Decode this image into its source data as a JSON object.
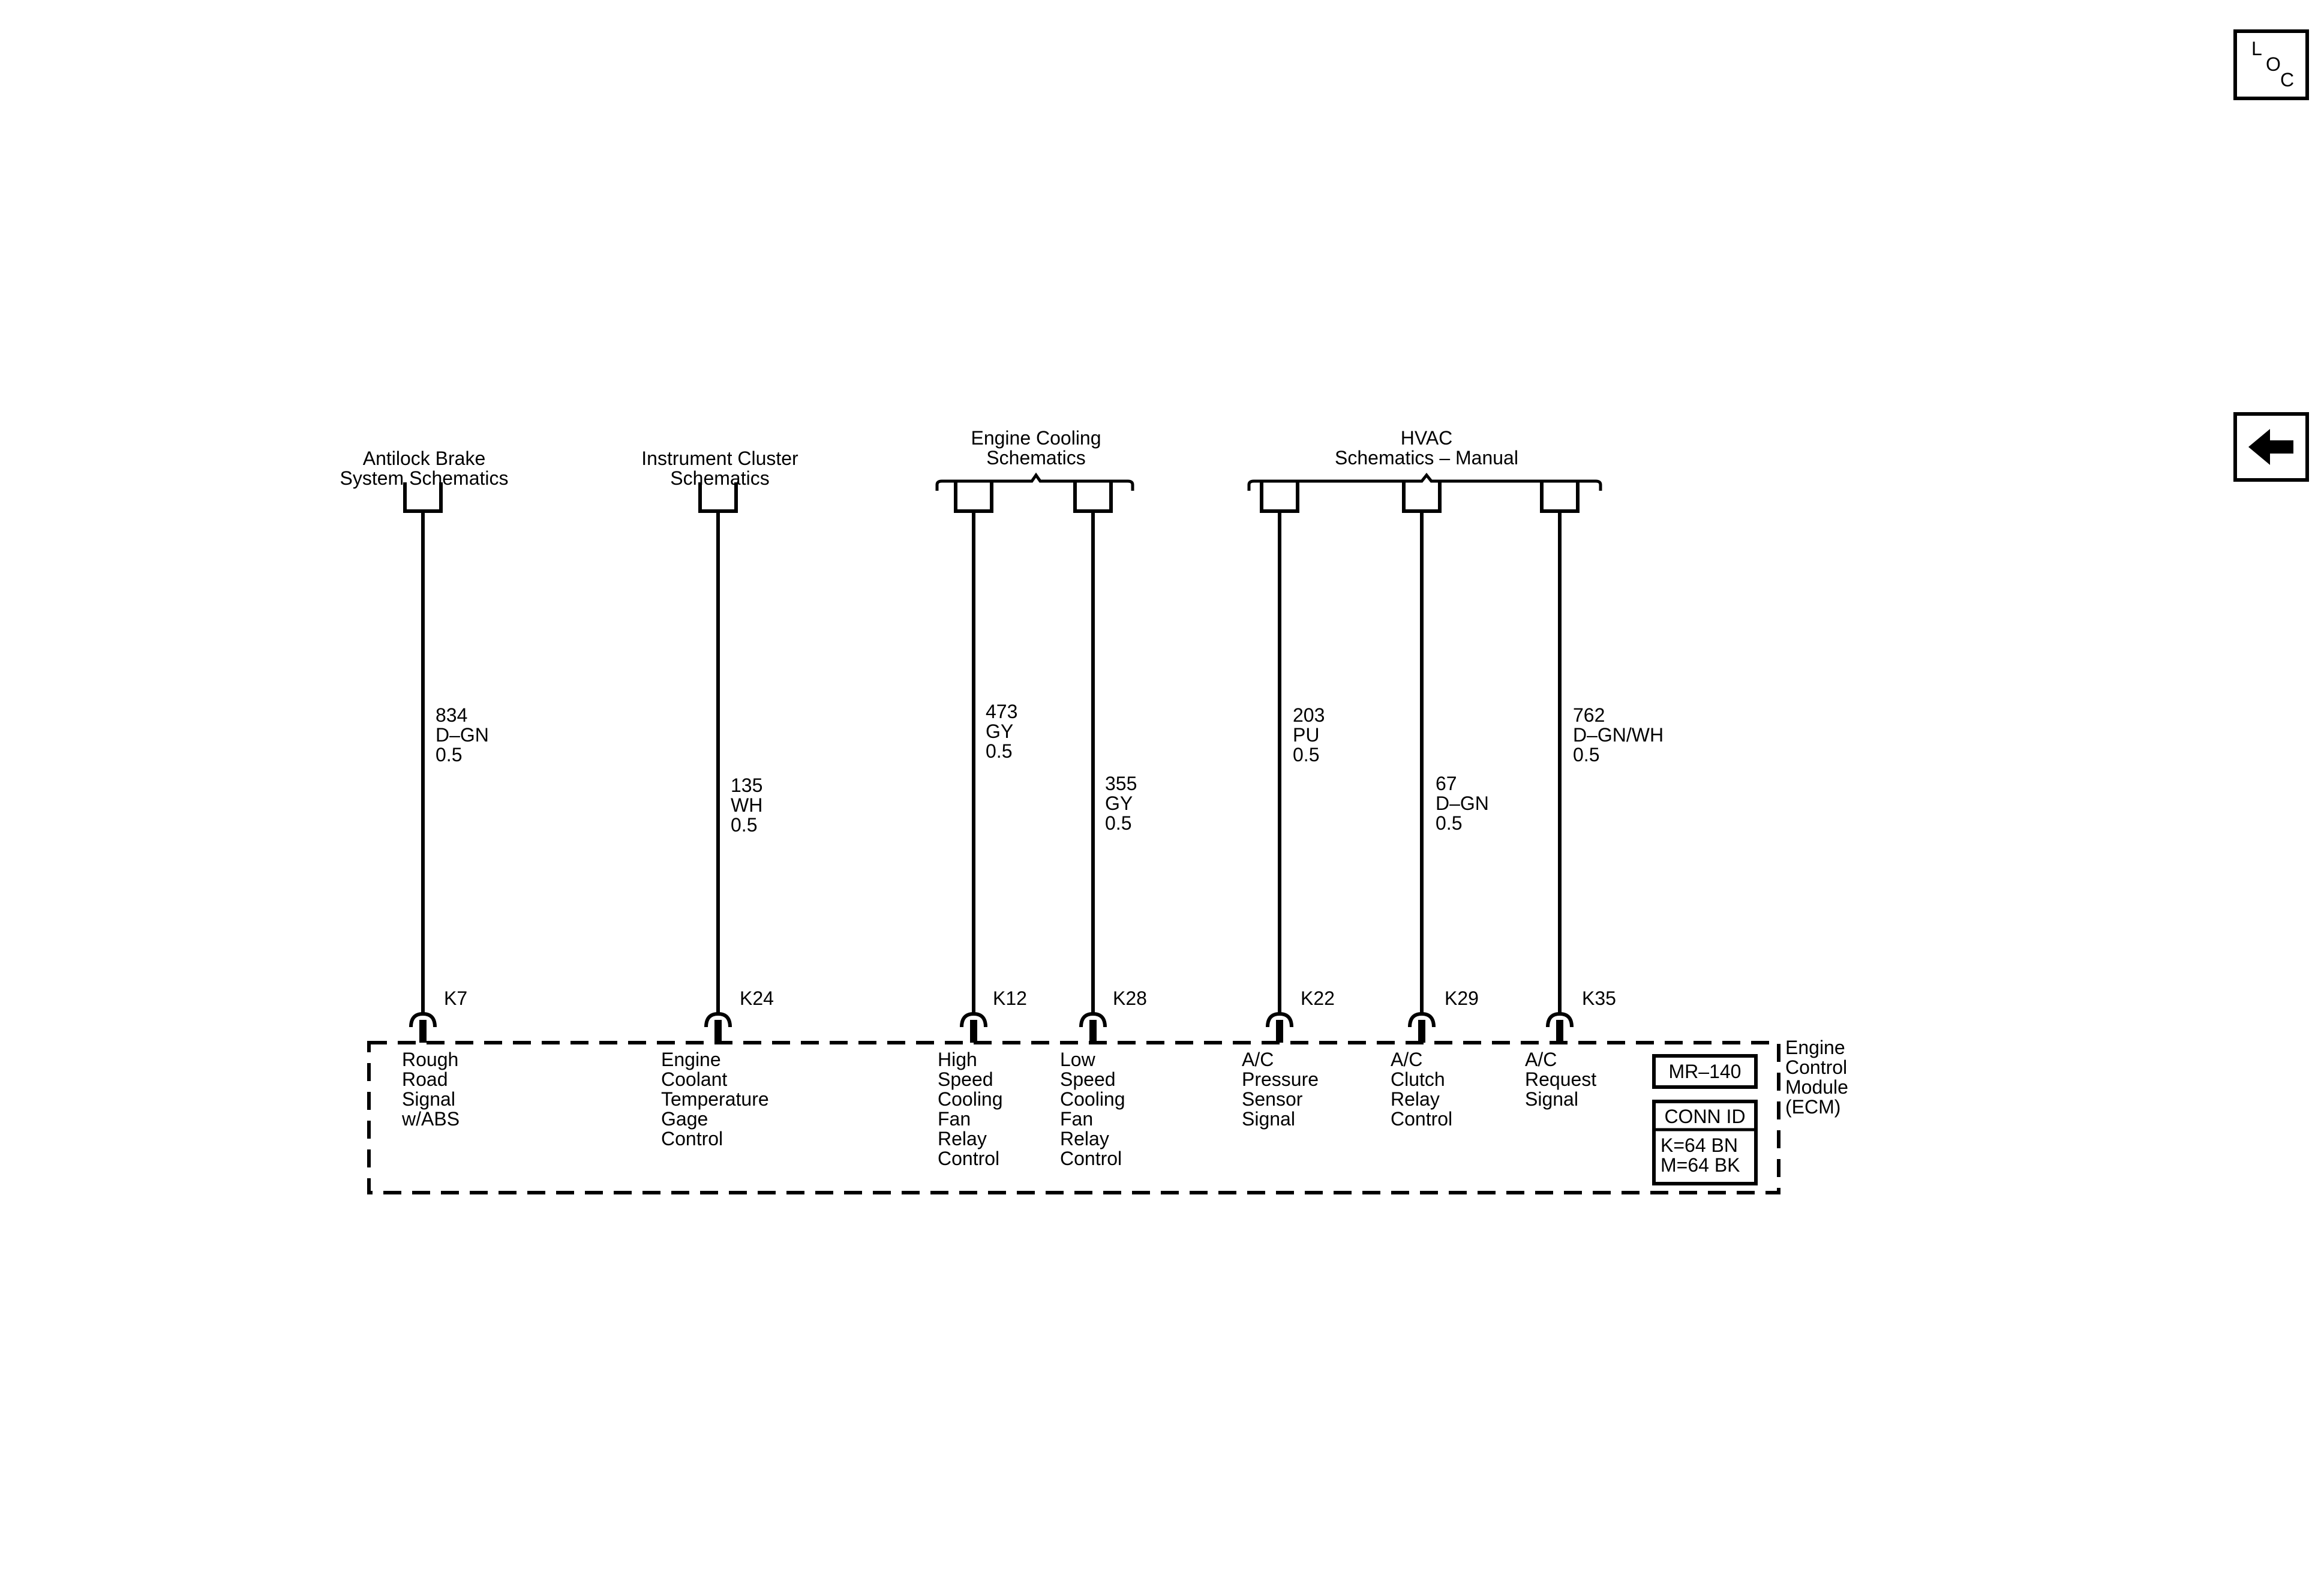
{
  "nav": {
    "loc_letters": [
      "L",
      "O",
      "C"
    ],
    "back_icon": "left-arrow-icon"
  },
  "destinations": [
    {
      "id": "abs",
      "lines": [
        "Antilock Brake",
        "System Schematics"
      ]
    },
    {
      "id": "ipc",
      "lines": [
        "Instrument Cluster",
        "Schematics"
      ]
    },
    {
      "id": "cooling",
      "lines": [
        "Engine Cooling",
        "Schematics"
      ]
    },
    {
      "id": "hvac",
      "lines": [
        "HVAC",
        "Schematics – Manual"
      ]
    }
  ],
  "circuits": [
    {
      "pin": "K7",
      "wire": [
        "834",
        "D–GN",
        "0.5"
      ],
      "function": [
        "Rough",
        "Road",
        "Signal",
        "w/ABS"
      ]
    },
    {
      "pin": "K24",
      "wire": [
        "135",
        "WH",
        "0.5"
      ],
      "function": [
        "Engine",
        "Coolant",
        "Temperature",
        "Gage",
        "Control"
      ]
    },
    {
      "pin": "K12",
      "wire": [
        "473",
        "GY",
        "0.5"
      ],
      "function": [
        "High",
        "Speed",
        "Cooling",
        "Fan",
        "Relay",
        "Control"
      ]
    },
    {
      "pin": "K28",
      "wire": [
        "355",
        "GY",
        "0.5"
      ],
      "function": [
        "Low",
        "Speed",
        "Cooling",
        "Fan",
        "Relay",
        "Control"
      ]
    },
    {
      "pin": "K22",
      "wire": [
        "203",
        "PU",
        "0.5"
      ],
      "function": [
        "A/C",
        "Pressure",
        "Sensor",
        "Signal"
      ]
    },
    {
      "pin": "K29",
      "wire": [
        "67",
        "D–GN",
        "0.5"
      ],
      "function": [
        "A/C",
        "Clutch",
        "Relay",
        "Control"
      ]
    },
    {
      "pin": "K35",
      "wire": [
        "762",
        "D–GN/WH",
        "0.5"
      ],
      "function": [
        "A/C",
        "Request",
        "Signal"
      ]
    }
  ],
  "module": {
    "name_lines": [
      "Engine",
      "Control",
      "Module",
      "(ECM)"
    ],
    "mr_label": "MR–140",
    "conn_title": "CONN ID",
    "conn_lines": [
      "K=64 BN",
      "M=64 BK"
    ]
  }
}
